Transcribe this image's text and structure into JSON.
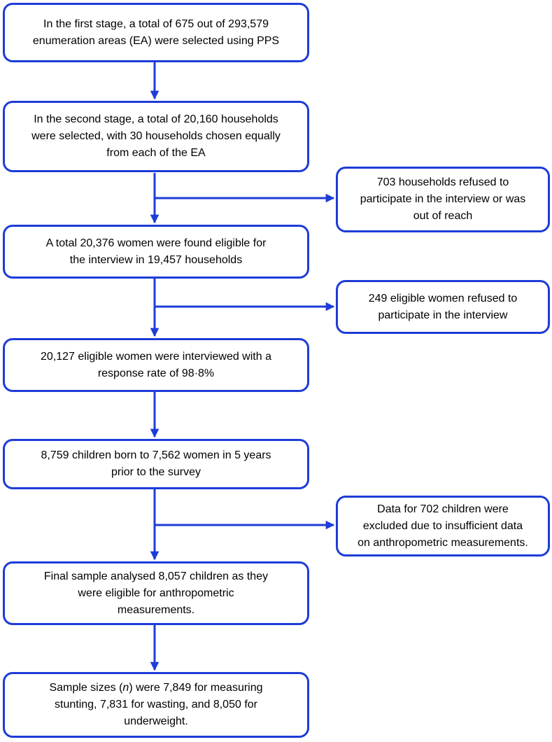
{
  "figure": {
    "type": "study-flow-diagram",
    "accent_color": "#1d3cd8",
    "text_color": "#000000",
    "main_boxes": [
      {
        "id": "stage1-ea-selection",
        "text": "In the first stage, a total of 675 out of 293,579\nenumeration areas (EA) were selected using PPS"
      },
      {
        "id": "stage2-households",
        "text": "In the second stage, a total of 20,160 households\nwere selected, with 30 households chosen equally\nfrom each of the EA"
      },
      {
        "id": "eligible-women",
        "text": "A total 20,376 women were found eligible for\nthe interview in 19,457 households"
      },
      {
        "id": "interviewed-women",
        "text": "20,127 eligible women were interviewed with a\nresponse rate of 98·8%"
      },
      {
        "id": "children-born",
        "text": "8,759 children born to 7,562 women in 5 years\nprior to the survey"
      },
      {
        "id": "final-sample",
        "text": "Final sample analysed 8,057 children as they\nwere eligible for anthropometric\nmeasurements."
      },
      {
        "id": "sample-sizes",
        "parts": {
          "prefix": "Sample sizes (",
          "italic_n": "n",
          "suffix": ") were 7,849 for measuring\nstunting, 7,831 for wasting, and 8,050 for\nunderweight."
        }
      }
    ],
    "side_boxes": [
      {
        "id": "households-refused",
        "text": "703 households refused to\nparticipate in the interview or was\nout of reach"
      },
      {
        "id": "women-refused",
        "text": "249 eligible women refused to\nparticipate in the interview"
      },
      {
        "id": "children-excluded",
        "text": "Data for 702 children were\nexcluded due to insufficient data\non anthropometric measurements."
      }
    ]
  }
}
